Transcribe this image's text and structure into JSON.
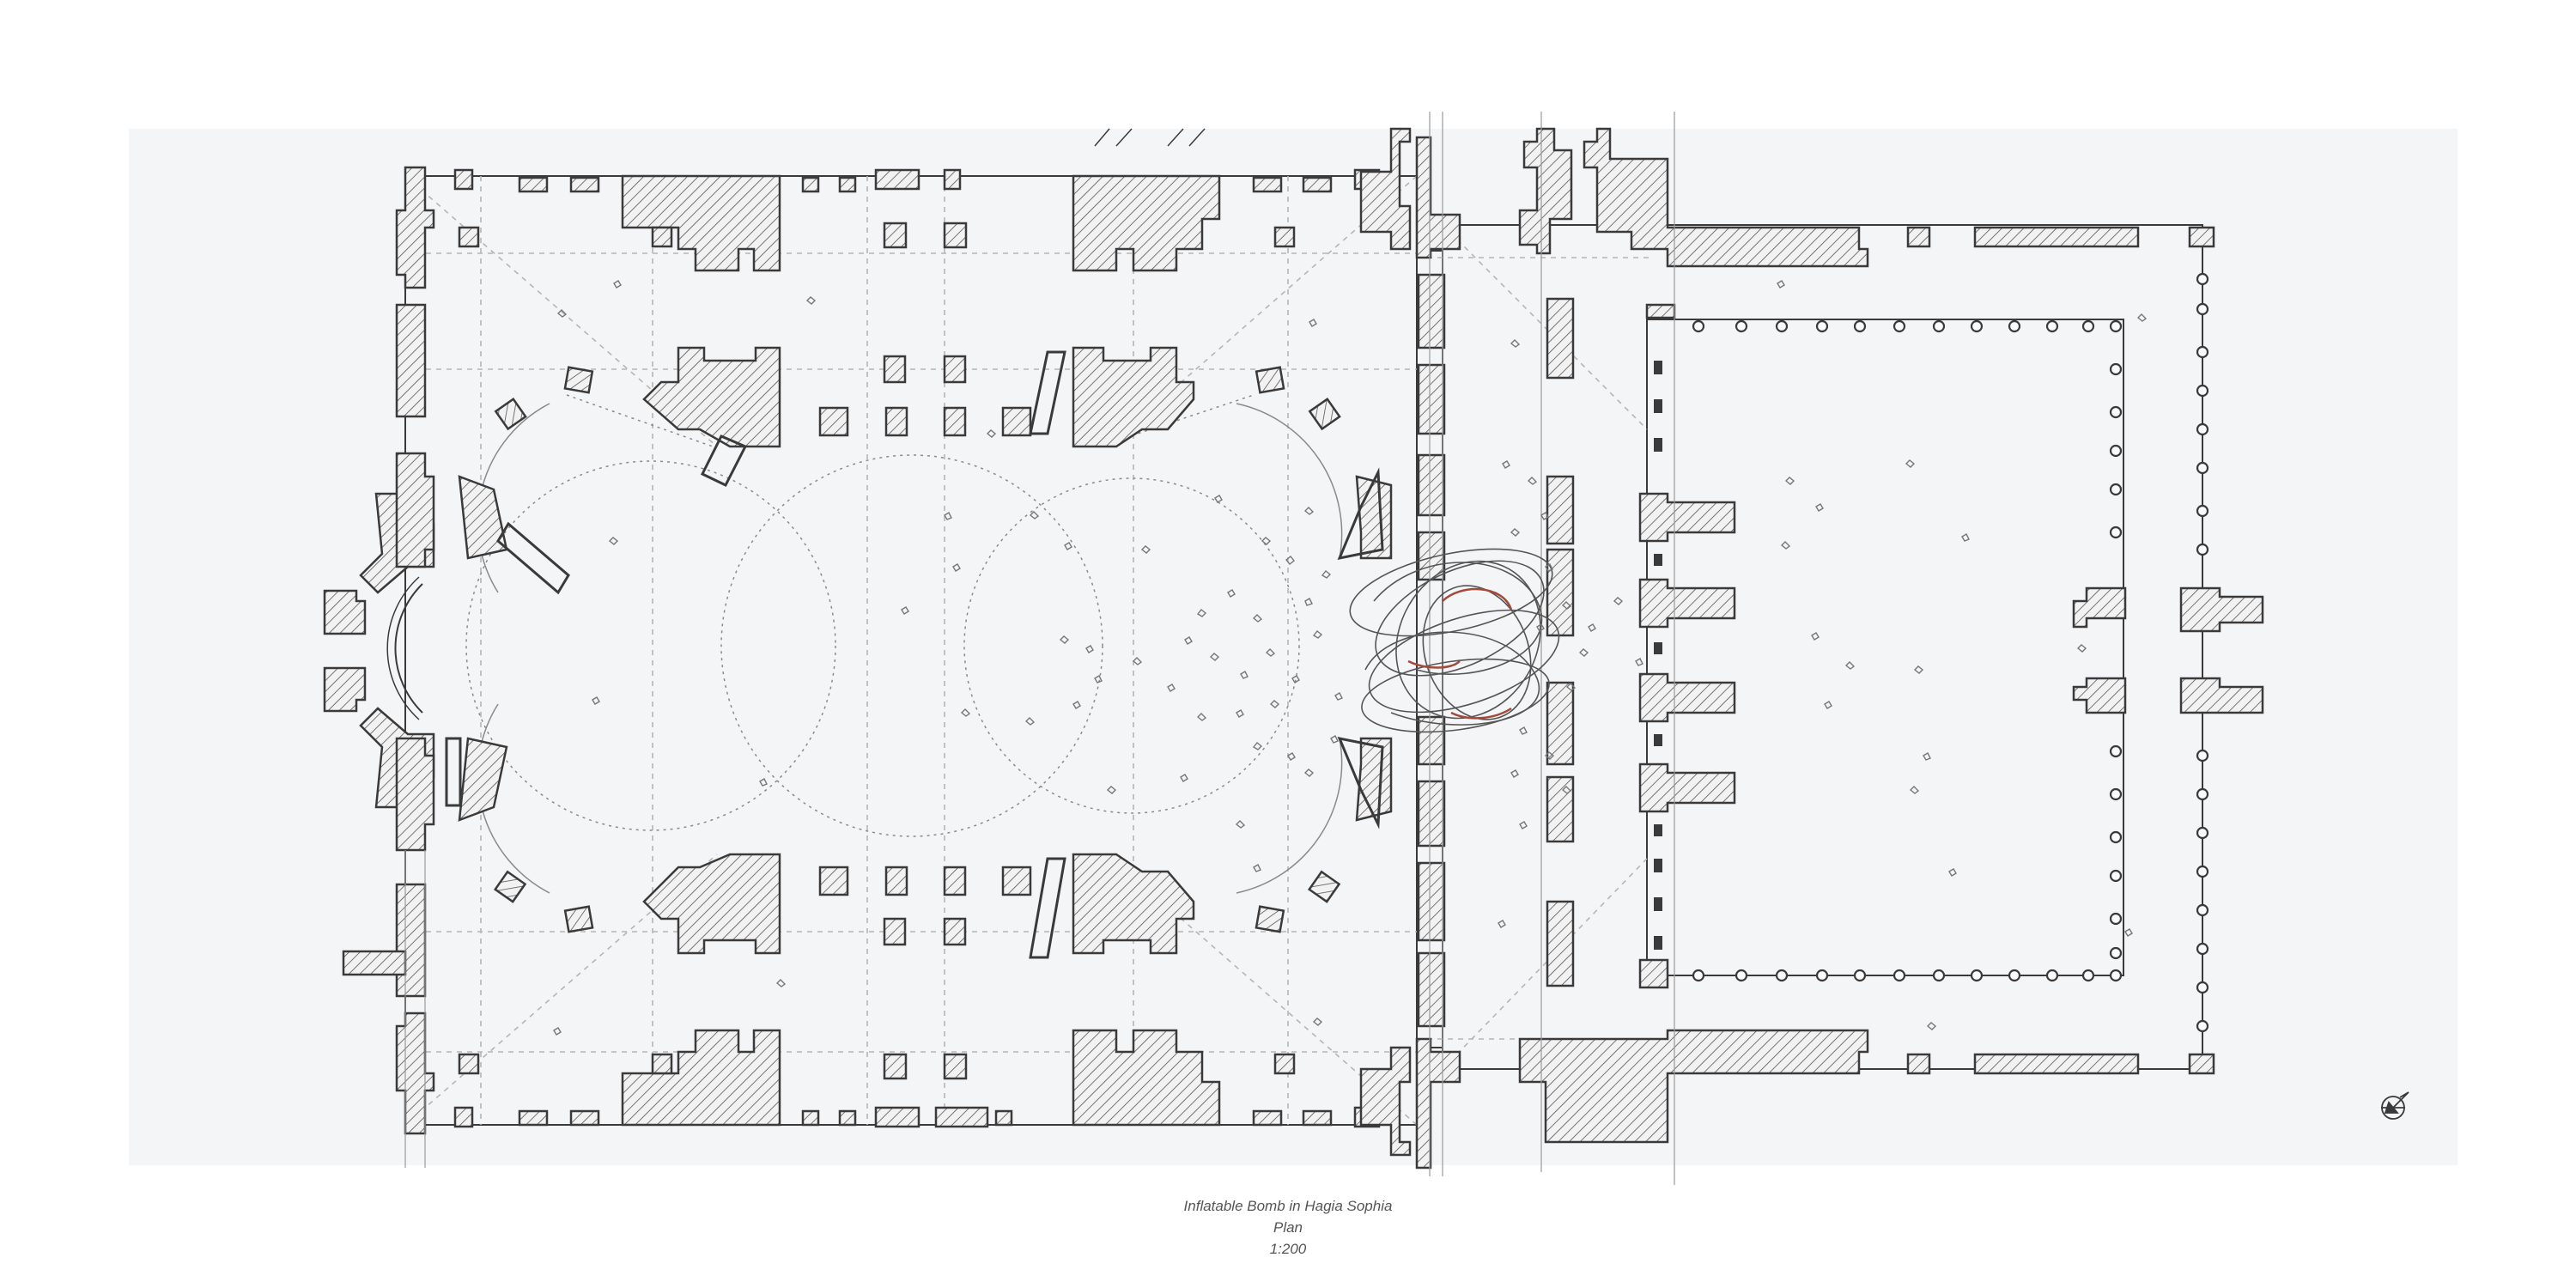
{
  "caption": {
    "title": "Inflatable Bomb in Hagia Sophia",
    "view": "Plan",
    "scale": "1:200"
  },
  "colors": {
    "background": "#f4f5f7",
    "stroke": "#3a3a3a",
    "hatch": "#555555",
    "guide": "#b5b5b5",
    "accent": "#a34a3a"
  },
  "icons": [
    "north-arrow-icon"
  ]
}
